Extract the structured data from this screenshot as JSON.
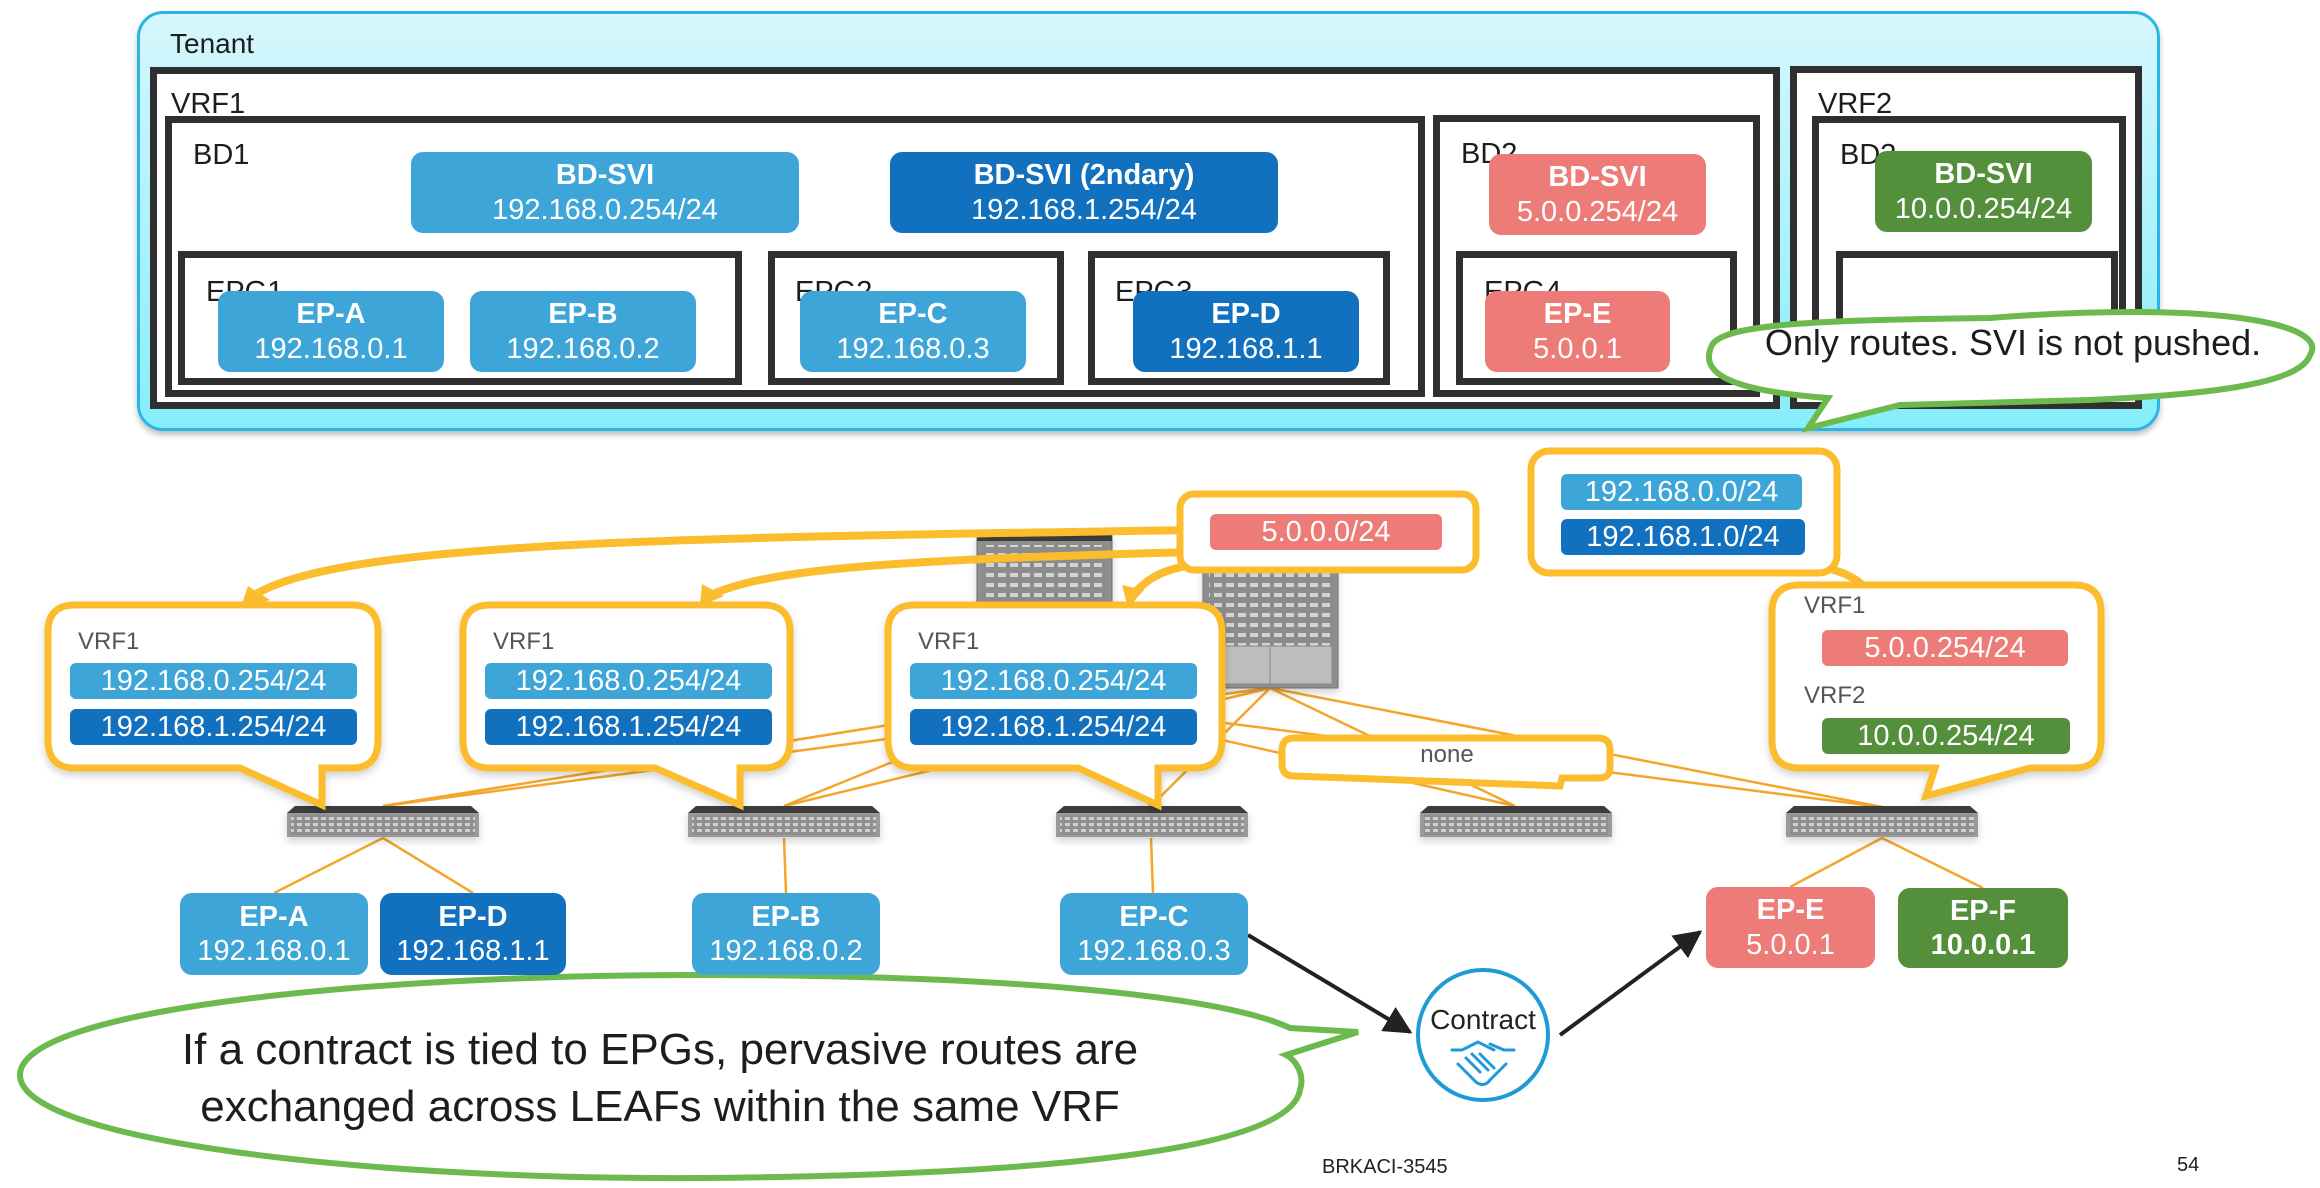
{
  "tenant": {
    "label": "Tenant",
    "vrf1": {
      "label": "VRF1",
      "bd1": {
        "label": "BD1",
        "svi_primary": {
          "title": "BD-SVI",
          "ip": "192.168.0.254/24"
        },
        "svi_secondary": {
          "title": "BD-SVI (2ndary)",
          "ip": "192.168.1.254/24"
        },
        "epgs": [
          {
            "label": "EPG1",
            "endpoints": [
              {
                "name": "EP-A",
                "ip": "192.168.0.1"
              },
              {
                "name": "EP-B",
                "ip": "192.168.0.2"
              }
            ]
          },
          {
            "label": "EPG2",
            "endpoints": [
              {
                "name": "EP-C",
                "ip": "192.168.0.3"
              }
            ]
          },
          {
            "label": "EPG3",
            "endpoints": [
              {
                "name": "EP-D",
                "ip": "192.168.1.1"
              }
            ]
          }
        ]
      },
      "bd2": {
        "label": "BD2",
        "svi": {
          "title": "BD-SVI",
          "ip": "5.0.0.254/24"
        },
        "epg": {
          "label": "EPG4",
          "endpoints": [
            {
              "name": "EP-E",
              "ip": "5.0.0.1"
            }
          ]
        }
      }
    },
    "vrf2": {
      "label": "VRF2",
      "bd3": {
        "label": "BD3",
        "svi": {
          "title": "BD-SVI",
          "ip": "10.0.0.254/24"
        }
      }
    }
  },
  "callouts": {
    "svi_not_pushed": "Only routes. SVI is not pushed.",
    "contract_note_line1": "If a contract is tied to EPGs, pervasive routes are",
    "contract_note_line2": "exchanged across LEAFs within the same VRF"
  },
  "route_boxes": {
    "bd2_subnet": "5.0.0.0/24",
    "vrf1_subnets": [
      "192.168.0.0/24",
      "192.168.1.0/24"
    ]
  },
  "leaf_bubbles": [
    {
      "vrf": "VRF1",
      "routes": [
        "192.168.0.254/24",
        "192.168.1.254/24"
      ]
    },
    {
      "vrf": "VRF1",
      "routes": [
        "192.168.0.254/24",
        "192.168.1.254/24"
      ]
    },
    {
      "vrf": "VRF1",
      "routes": [
        "192.168.0.254/24",
        "192.168.1.254/24"
      ]
    },
    {
      "none": "none"
    },
    {
      "vrf1": "VRF1",
      "vrf1_route": "5.0.0.254/24",
      "vrf2": "VRF2",
      "vrf2_route": "10.0.0.254/24"
    }
  ],
  "endpoints_bottom": [
    {
      "name": "EP-A",
      "ip": "192.168.0.1"
    },
    {
      "name": "EP-D",
      "ip": "192.168.1.1"
    },
    {
      "name": "EP-B",
      "ip": "192.168.0.2"
    },
    {
      "name": "EP-C",
      "ip": "192.168.0.3"
    },
    {
      "name": "EP-E",
      "ip": "5.0.0.1"
    },
    {
      "name": "EP-F",
      "ip": "10.0.0.1"
    }
  ],
  "contract": {
    "label": "Contract",
    "icon": "handshake-icon"
  },
  "footer": {
    "session": "BRKACI-3545",
    "page": "54"
  },
  "colors": {
    "subnet_192_168_0": "#3ea5d8",
    "subnet_192_168_1": "#1271be",
    "subnet_5_0_0": "#ed7b77",
    "subnet_10_0_0": "#54903b",
    "bubble_outline": "#fbbd2e",
    "callout_outline": "#6cba4e",
    "tenant_fill": "#86eefb",
    "contract_ring": "#1e9ad6"
  }
}
